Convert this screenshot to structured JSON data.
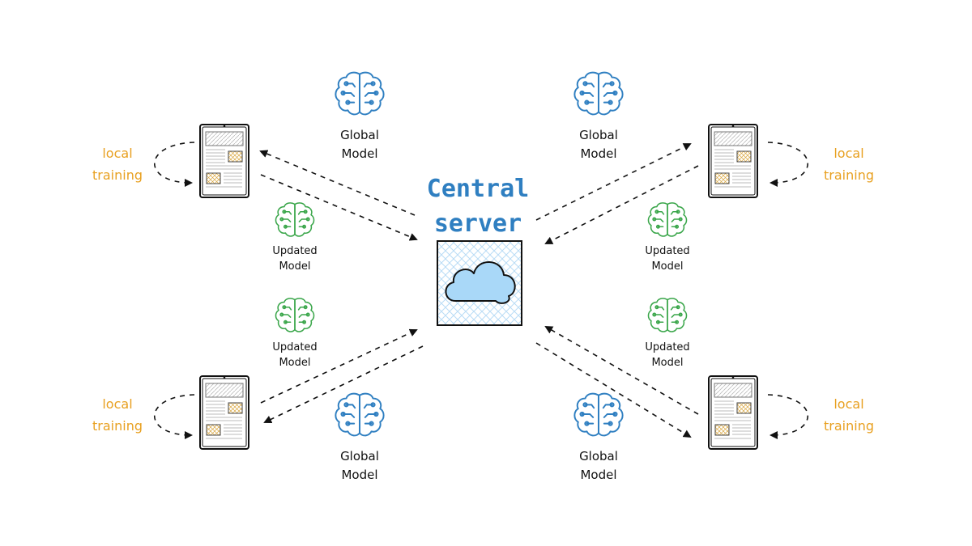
{
  "server": {
    "title_line1": "Central",
    "title_line2": "server"
  },
  "labels": {
    "global_line1": "Global",
    "global_line2": "Model",
    "updated_line1": "Updated",
    "updated_line2": "Model",
    "local_line1": "local",
    "local_line2": "training"
  },
  "colors": {
    "global_model": "#2f7fc1",
    "updated_model": "#3aa64a",
    "local_training": "#e8a020",
    "server_title": "#2f7fc1",
    "cloud_fill": "#a9d8f8"
  },
  "icons": {
    "server": "cloud-icon",
    "global": "brain-circuit-icon",
    "updated": "brain-circuit-icon",
    "device": "tablet-icon"
  }
}
